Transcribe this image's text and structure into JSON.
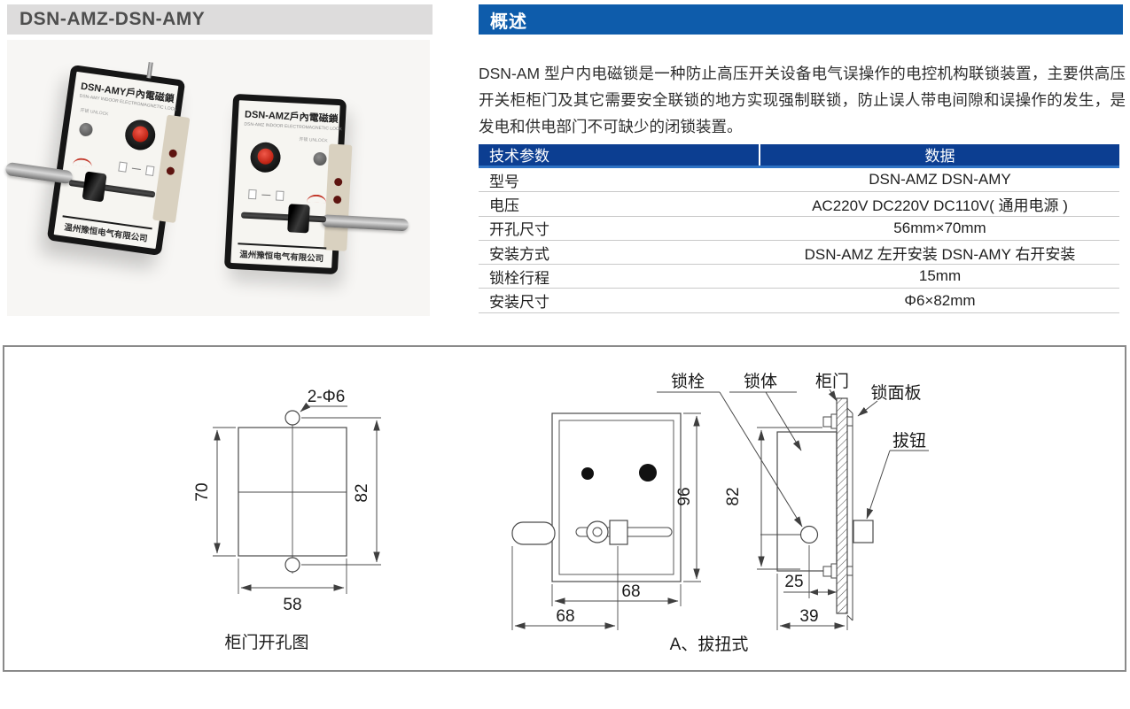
{
  "page": {
    "left_title": "DSN-AMZ-DSN-AMY",
    "section_title": "概述"
  },
  "overview": {
    "paragraph": "DSN-AM 型户内电磁锁是一种防止高压开关设备电气误操作的电控机构联锁装置，主要供高压开关柜柜门及其它需要安全联锁的地方实现强制联锁，防止误人带电间隙和误操作的发生，是发电和供电部门不可缺少的闭锁装置。"
  },
  "spec_table": {
    "header_param": "技术参数",
    "header_data": "数据",
    "rows": [
      {
        "label": "型号",
        "value": "DSN-AMZ DSN-AMY"
      },
      {
        "label": "电压",
        "value": "AC220V  DC220V  DC110V( 通用电源 )"
      },
      {
        "label": "开孔尺寸",
        "value": "56mm×70mm"
      },
      {
        "label": "安装方式",
        "value": "DSN-AMZ 左开安装 DSN-AMY 右开安装"
      },
      {
        "label": "锁栓行程",
        "value": "15mm"
      },
      {
        "label": "安装尺寸",
        "value": "Φ6×82mm"
      }
    ]
  },
  "products": [
    {
      "title": "DSN-AMY戶內電磁鎖",
      "subtitle": "DSN-AMY INDOOR ELECTROMAGNETIC LOCK",
      "unlock": "开锁 UNLOCK",
      "company": "温州豫恒电气有限公司"
    },
    {
      "title": "DSN-AMZ戶內電磁鎖",
      "subtitle": "DSN-AMZ INDOOR ELECTROMAGNETIC LOCK",
      "unlock": "开锁 UNLOCK",
      "company": "温州豫恒电气有限公司"
    }
  ],
  "drawings": {
    "door_hole": {
      "caption": "柜门开孔图",
      "hole_label": "2-Φ6",
      "dim_height": "70",
      "dim_hole_span": "82",
      "dim_width": "58"
    },
    "pull_type": {
      "caption": "A、拔扭式",
      "dim_front_height": "96",
      "dim_front_width": "68",
      "dim_rod_length": "68",
      "dim_side_height": "82",
      "dim_bolt_offset": "25",
      "dim_depth": "39",
      "label_bolt": "锁栓",
      "label_body": "锁体",
      "label_door": "柜门",
      "label_panel": "锁面板",
      "label_knob": "拔钮"
    }
  }
}
